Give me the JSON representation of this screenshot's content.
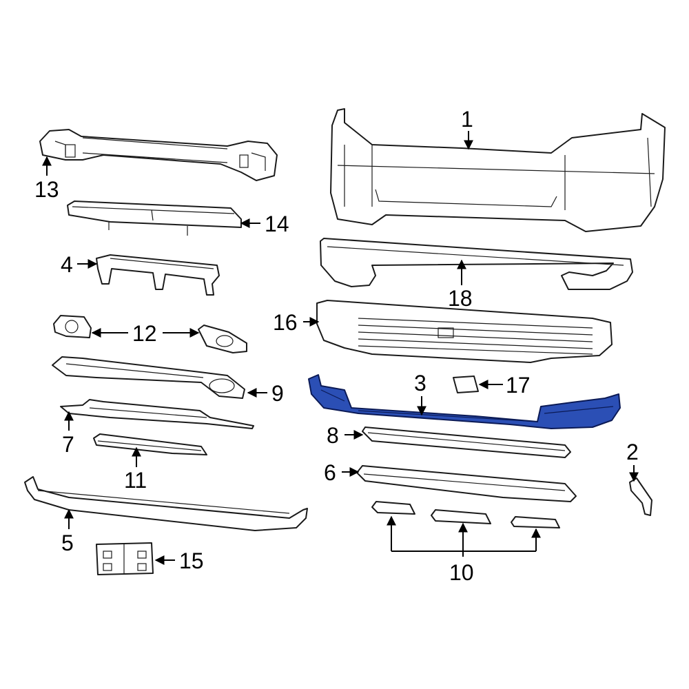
{
  "diagram": {
    "highlight_color": "#2b4fb5",
    "callouts": [
      {
        "id": "1",
        "label": "1"
      },
      {
        "id": "2",
        "label": "2"
      },
      {
        "id": "3",
        "label": "3"
      },
      {
        "id": "4",
        "label": "4"
      },
      {
        "id": "5",
        "label": "5"
      },
      {
        "id": "6",
        "label": "6"
      },
      {
        "id": "7",
        "label": "7"
      },
      {
        "id": "8",
        "label": "8"
      },
      {
        "id": "9",
        "label": "9"
      },
      {
        "id": "10",
        "label": "10"
      },
      {
        "id": "11",
        "label": "11"
      },
      {
        "id": "12",
        "label": "12"
      },
      {
        "id": "13",
        "label": "13"
      },
      {
        "id": "14",
        "label": "14"
      },
      {
        "id": "15",
        "label": "15"
      },
      {
        "id": "16",
        "label": "16"
      },
      {
        "id": "17",
        "label": "17"
      },
      {
        "id": "18",
        "label": "18"
      }
    ]
  }
}
